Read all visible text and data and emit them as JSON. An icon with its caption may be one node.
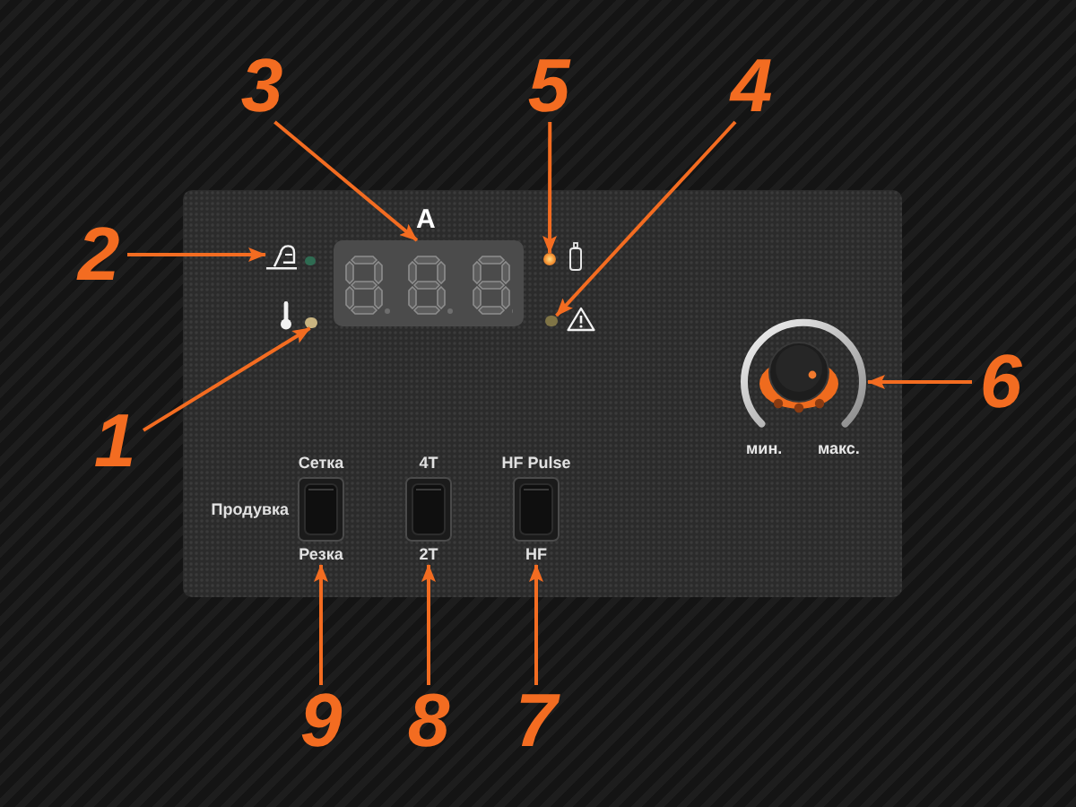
{
  "diagram": {
    "nodes": [
      {
        "text": [
          "3"
        ]
      },
      {
        "text": [
          "5"
        ]
      },
      {
        "text": [
          "4"
        ]
      },
      {
        "text": [],
        "shape": "box"
      },
      {
        "text": [
          "2"
        ]
      },
      {
        "text": [],
        "shape": "picture",
        "in": 3
      },
      {
        "text": [],
        "shape": "box",
        "in": 3,
        "beside": [
          "A"
        ]
      },
      {
        "text": [],
        "shape": "circle",
        "in": 3
      },
      {
        "text": [],
        "shape": "circle",
        "in": 3
      },
      {
        "text": [],
        "shape": "circle",
        "in": 3
      },
      {
        "text": [
          "1"
        ]
      },
      {
        "text": [],
        "shape": "circle",
        "in": 3,
        "beside": [
          "мин.",
          "макс."
        ]
      },
      {
        "text": [
          "6"
        ]
      },
      {
        "text": [
          "Сетка",
          "Продувка",
          "Резка"
        ],
        "in": 3
      },
      {
        "text": [
          "4T",
          "2T"
        ],
        "in": 3
      },
      {
        "text": [
          "HF Pulse",
          "HF"
        ],
        "in": 3
      },
      {
        "text": [
          "9"
        ]
      },
      {
        "text": [
          "8"
        ]
      },
      {
        "text": [
          "7"
        ]
      }
    ],
    "edges": [
      {
        "from": 10,
        "to": 8,
        "arrow": "to"
      },
      {
        "from": 4,
        "to": 5,
        "arrow": "to"
      },
      {
        "from": 0,
        "to": 6,
        "arrow": "to"
      },
      {
        "from": 2,
        "to": 9,
        "arrow": "to"
      },
      {
        "from": 1,
        "to": 7,
        "arrow": "to"
      },
      {
        "from": 12,
        "to": 11,
        "arrow": "to"
      },
      {
        "from": 18,
        "to": 15,
        "arrow": "to"
      },
      {
        "from": 17,
        "to": 14,
        "arrow": "to"
      },
      {
        "from": 16,
        "to": 13,
        "arrow": "to"
      }
    ]
  }
}
